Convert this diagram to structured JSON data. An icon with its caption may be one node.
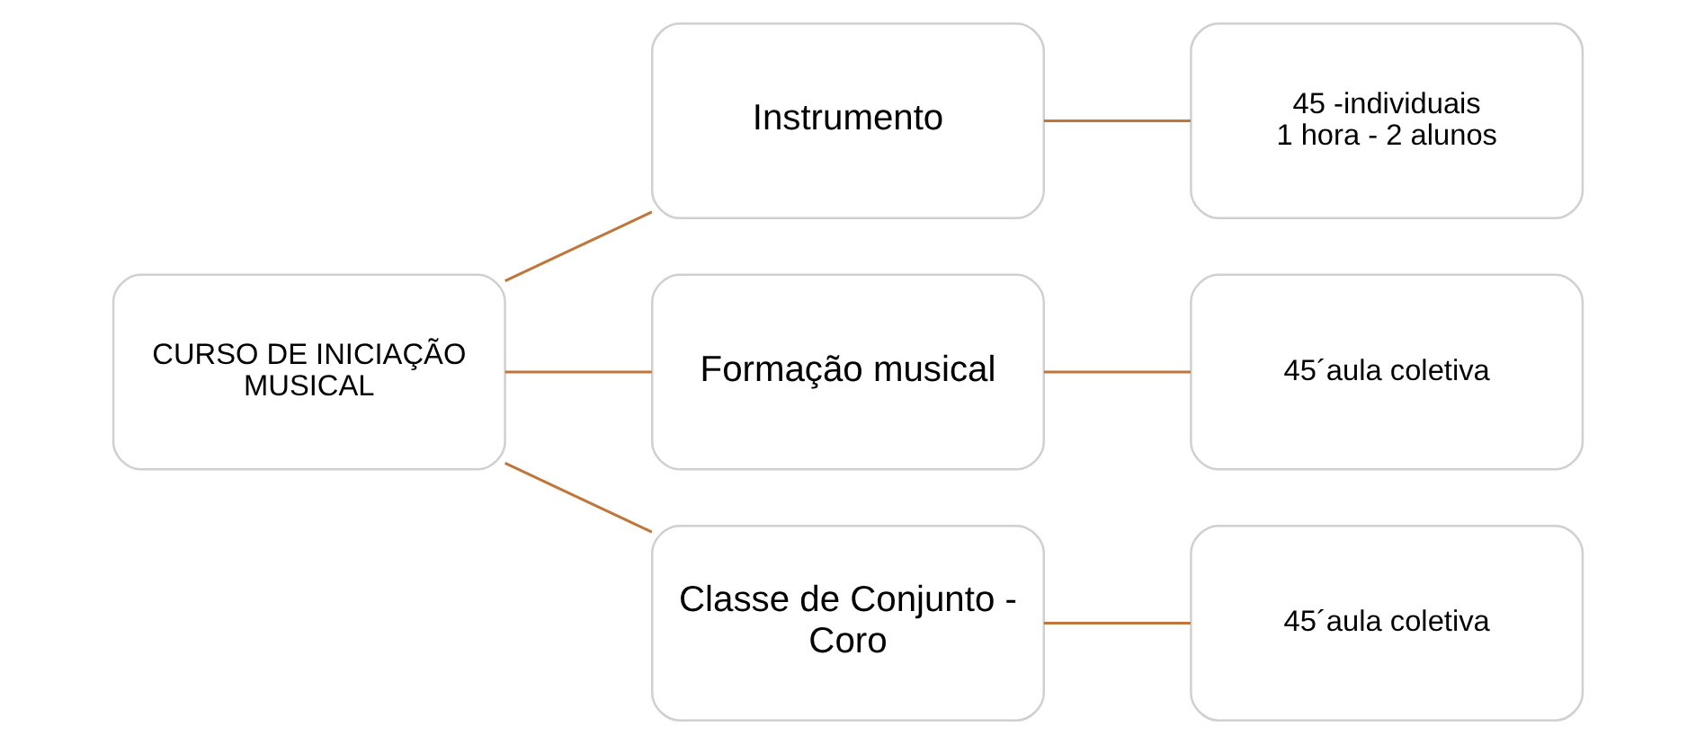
{
  "diagram": {
    "nodes": [
      {
        "text": [
          "CURSO DE INICIAÇÃO MUSICAL"
        ]
      },
      {
        "text": [
          "Instrumento"
        ]
      },
      {
        "text": [
          "Formação musical"
        ]
      },
      {
        "text": [
          "Classe de Conjunto - Coro"
        ]
      },
      {
        "text": [
          "45 -individuais",
          "1 hora - 2 alunos"
        ]
      },
      {
        "text": [
          "45´aula coletiva"
        ]
      },
      {
        "text": [
          "45´aula coletiva"
        ]
      }
    ],
    "edges": [
      {
        "from": 0,
        "to": 1,
        "arrow": "none"
      },
      {
        "from": 0,
        "to": 2,
        "arrow": "none"
      },
      {
        "from": 0,
        "to": 3,
        "arrow": "none"
      },
      {
        "from": 1,
        "to": 4,
        "arrow": "none"
      },
      {
        "from": 2,
        "to": 5,
        "arrow": "none"
      },
      {
        "from": 3,
        "to": 6,
        "arrow": "none"
      }
    ]
  }
}
